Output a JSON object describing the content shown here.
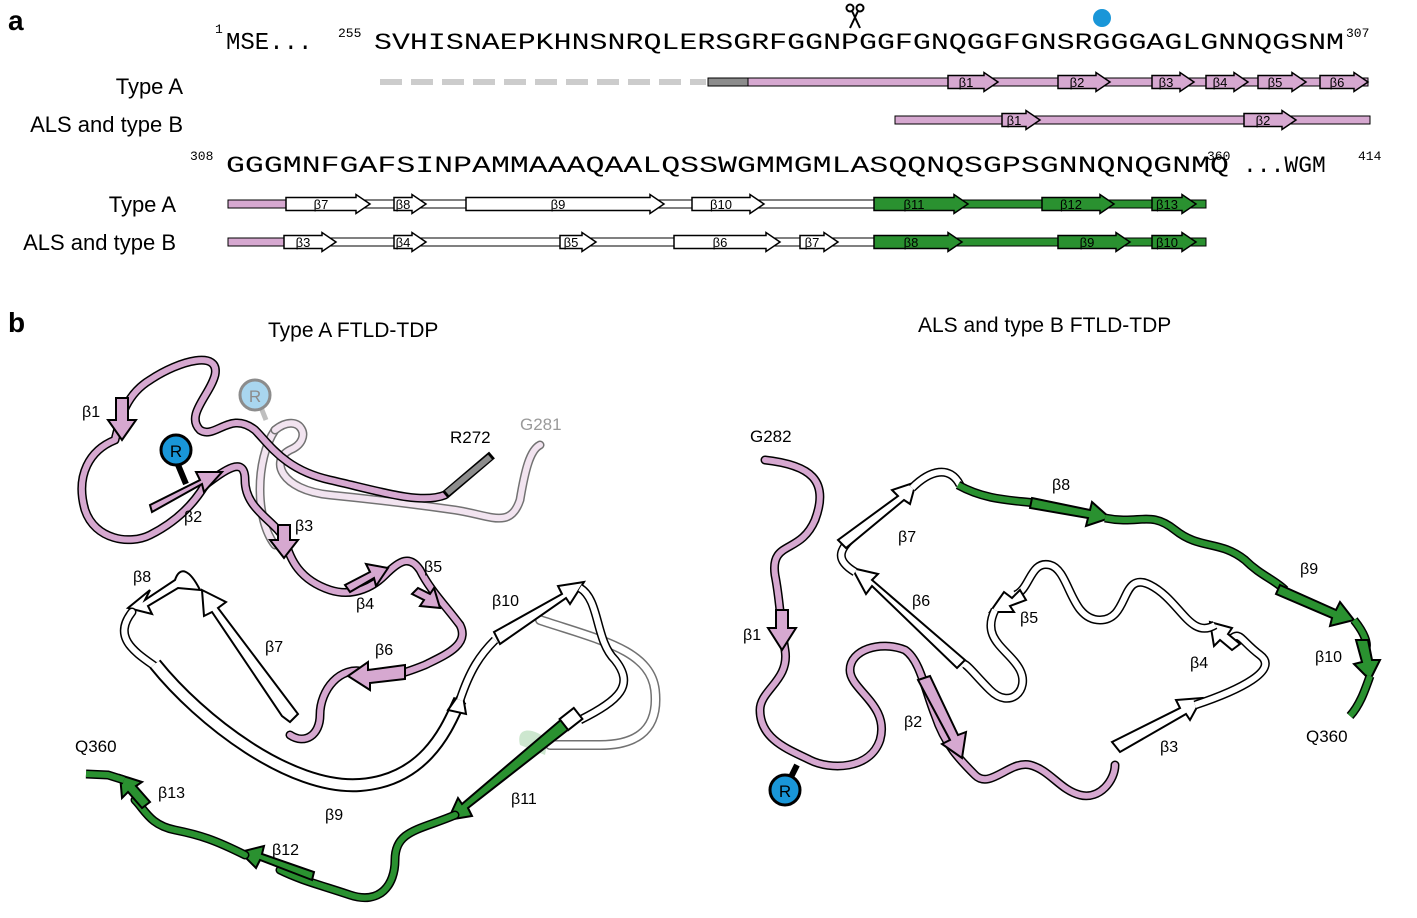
{
  "panels": {
    "a": "a",
    "b": "b"
  },
  "sequence": {
    "line1": {
      "start_num": "1",
      "start": "MSE...",
      "mid_num": "255",
      "seq": "SVHISNAEPKHNSNRQLERSGRFGGNPGGFGNQGGFGNSRGGGAGLGNNQGSNM",
      "end_num": "307"
    },
    "line2": {
      "start_num": "308",
      "seq": "GGGMNFGAFSINPAMMAAAQAALQSSWGMMGMLASQQNQSGPSGNNQNQGNMQ",
      "mid_num": "360",
      "end": "...WGM",
      "end_num": "414"
    }
  },
  "rows": {
    "row1_label": "Type A",
    "row2_label": "ALS and type B",
    "row3_label": "Type A",
    "row4_label": "ALS and type B"
  },
  "strands": {
    "typeA_top": [
      "β1",
      "β2",
      "β3",
      "β4",
      "β5",
      "β6"
    ],
    "alsB_top": [
      "β1",
      "β2"
    ],
    "typeA_bottom": [
      "β7",
      "β8",
      "β9",
      "β10",
      "β11",
      "β12",
      "β13"
    ],
    "alsB_bottom": [
      "β3",
      "β4",
      "β5",
      "β6",
      "β7",
      "β8",
      "β9",
      "β10"
    ]
  },
  "panel_b": {
    "left_title": "Type A FTLD-TDP",
    "right_title": "ALS and type B FTLD-TDP",
    "left_labels": {
      "b1": "β1",
      "b2": "β2",
      "b3": "β3",
      "b4": "β4",
      "b5": "β5",
      "b6": "β6",
      "b7": "β7",
      "b8": "β8",
      "b9": "β9",
      "b10": "β10",
      "b11": "β11",
      "b12": "β12",
      "b13": "β13",
      "r272": "R272",
      "g281": "G281",
      "q360": "Q360",
      "r": "R",
      "r_faded": "R"
    },
    "right_labels": {
      "b1": "β1",
      "b2": "β2",
      "b3": "β3",
      "b4": "β4",
      "b5": "β5",
      "b6": "β6",
      "b7": "β7",
      "b8": "β8",
      "b9": "β9",
      "b10": "β10",
      "g282": "G282",
      "q360": "Q360",
      "r": "R"
    }
  },
  "colors": {
    "pink": "#d6a8d0",
    "green": "#2a9130",
    "blue": "#1996d8",
    "light_blue": "#a9d6ef",
    "grey": "#8c8c8c",
    "dashed": "#cccccc"
  }
}
